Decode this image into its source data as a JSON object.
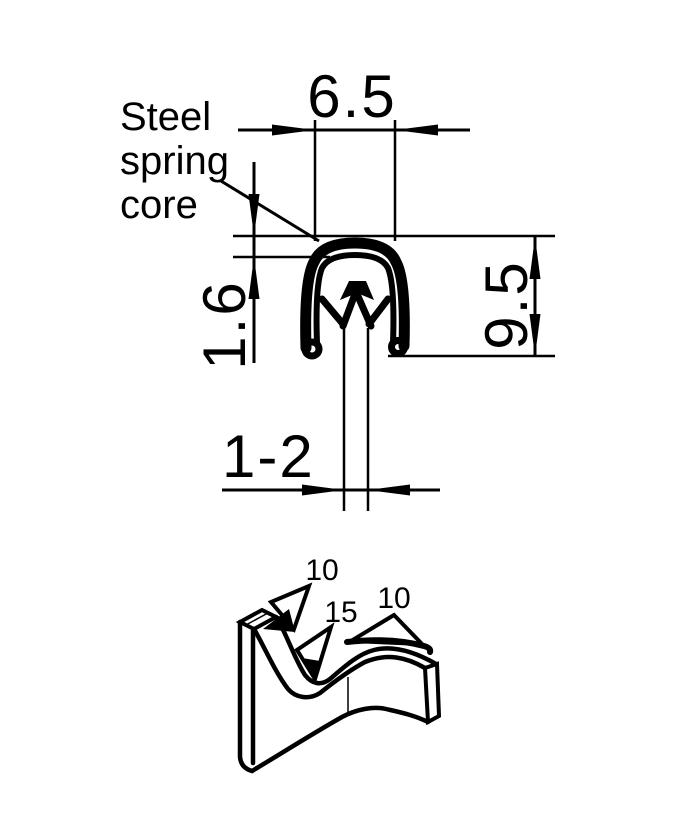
{
  "drawing": {
    "ink_color": "#000000",
    "background_color": "#ffffff"
  },
  "callout": {
    "line1": "Steel",
    "line2": "spring",
    "line3": "core"
  },
  "dimensions": {
    "crown_width": "6.5",
    "wall_thickness": "1.6",
    "profile_height": "9.5",
    "flange_range": "1-2"
  },
  "iso_view": {
    "angle_left": "10",
    "angle_middle": "15",
    "angle_right": "10"
  }
}
